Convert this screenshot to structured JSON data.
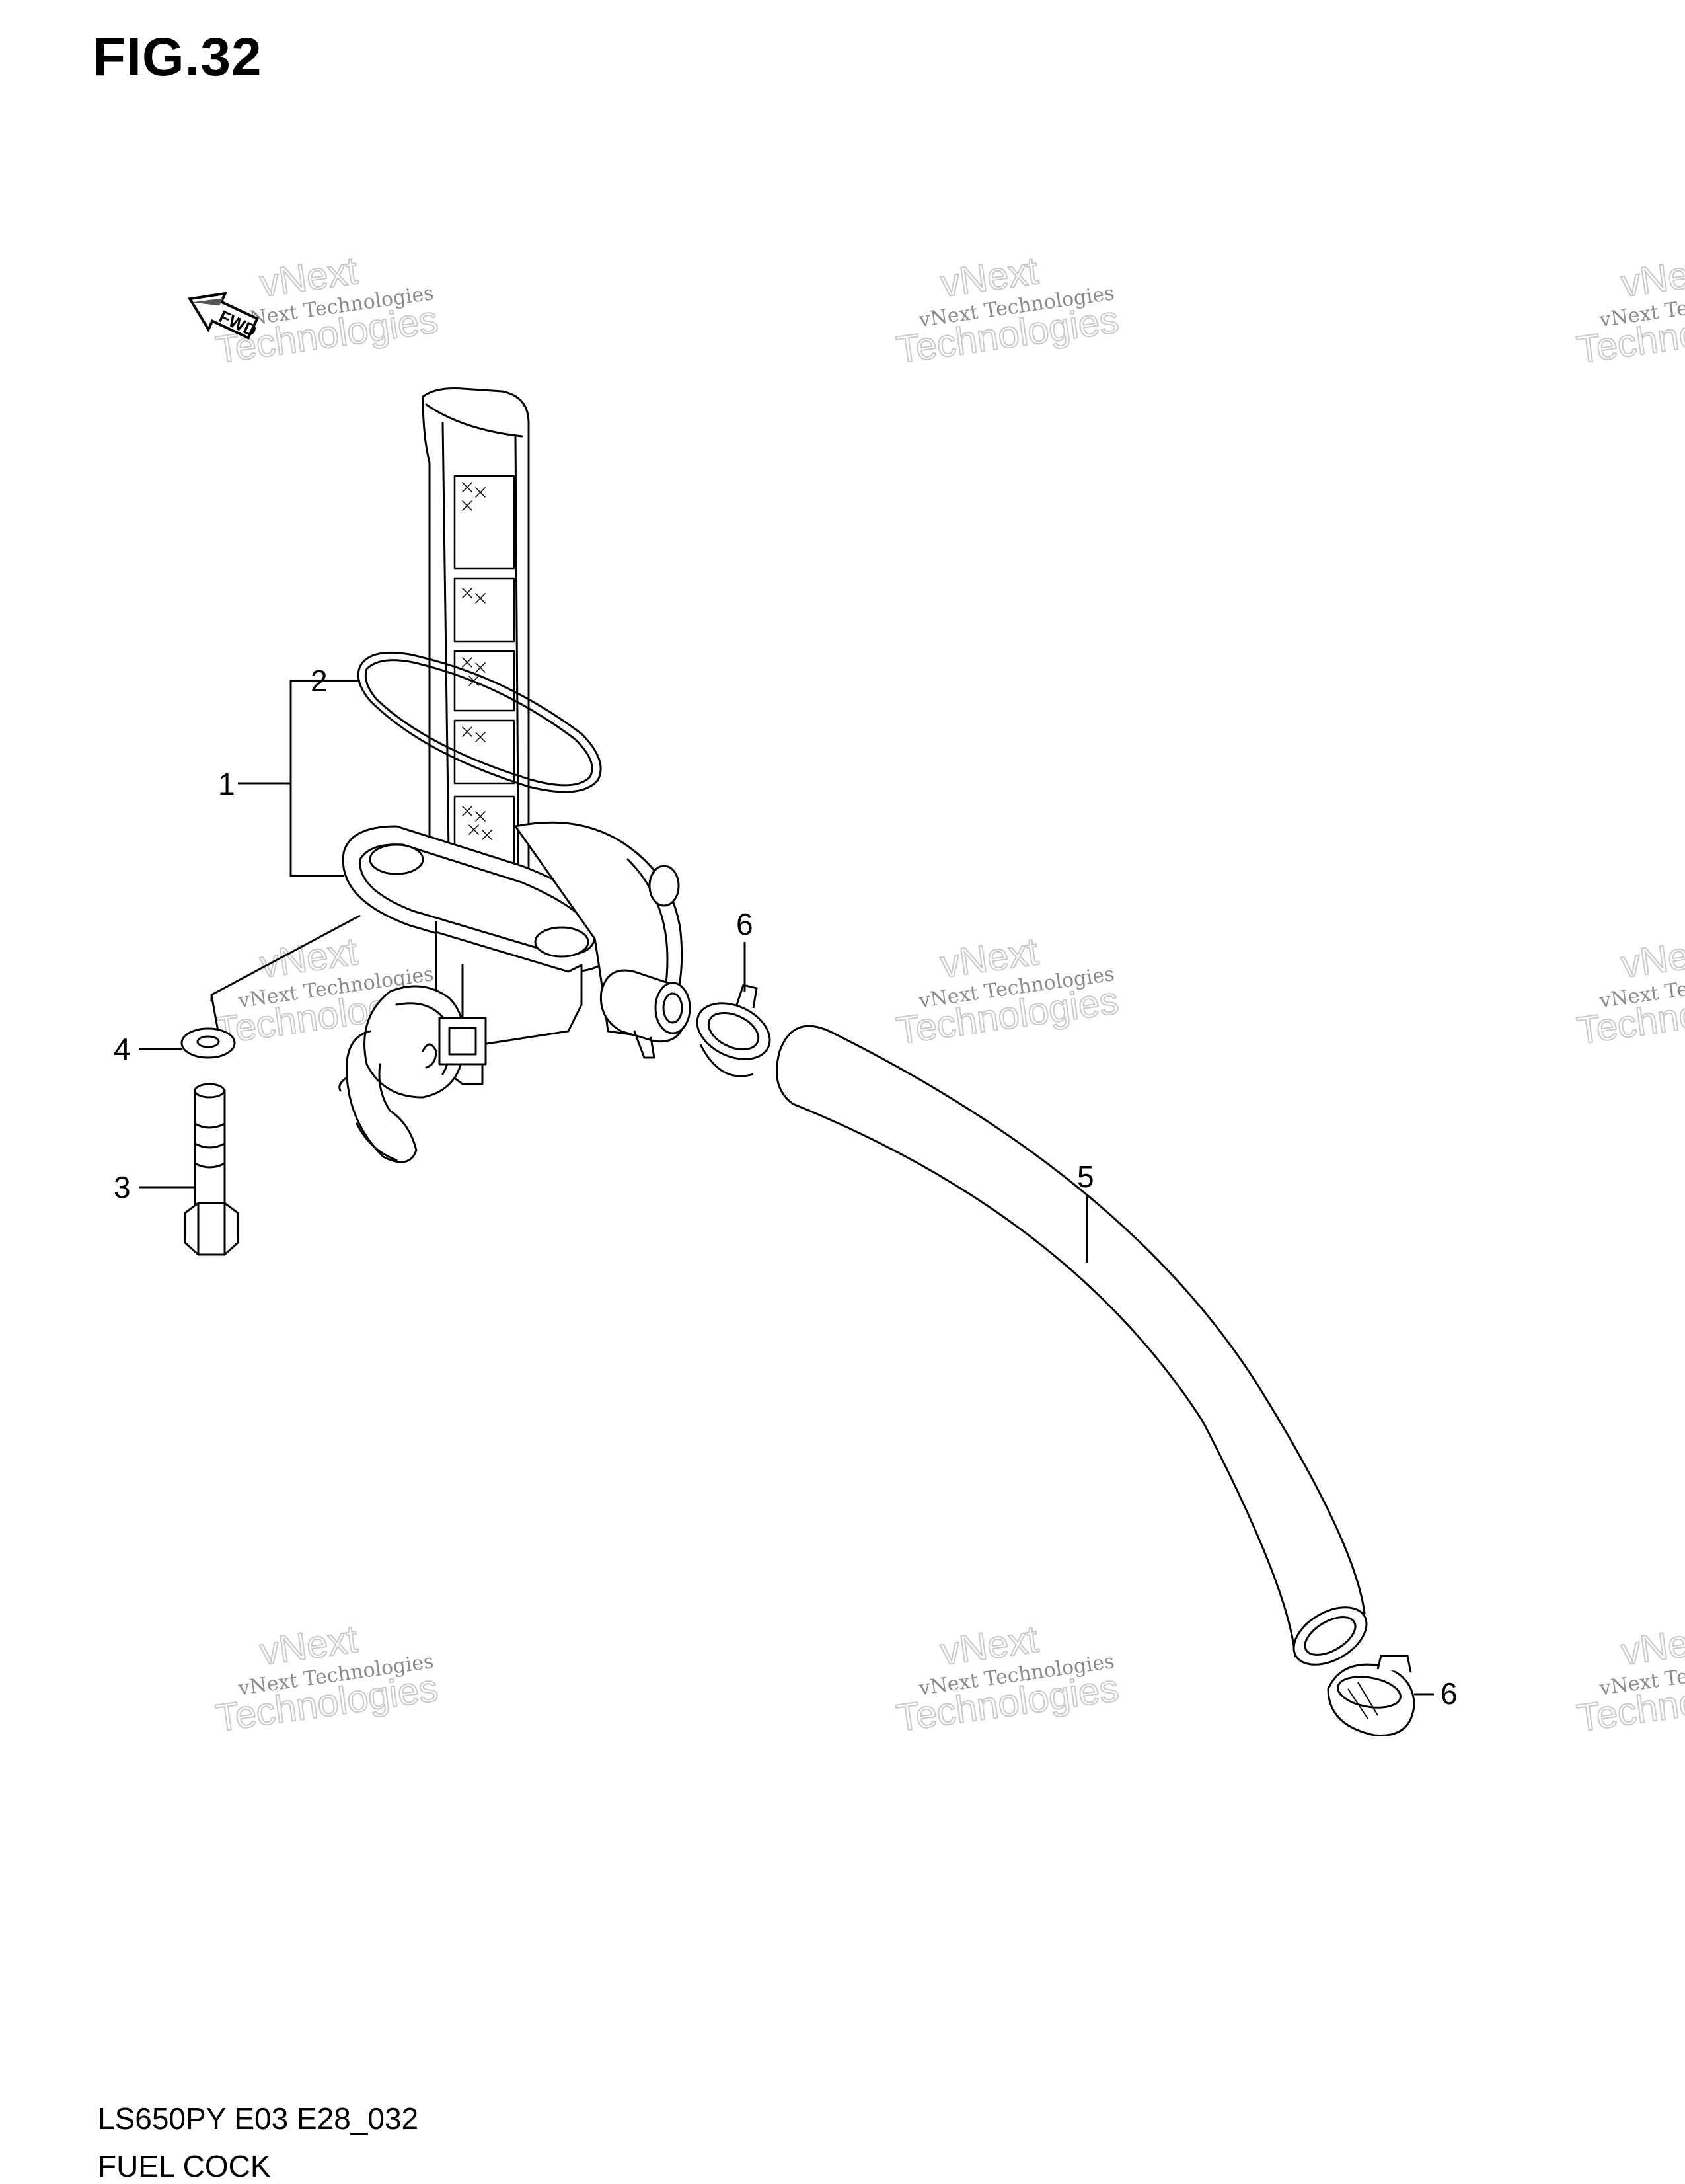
{
  "figure": {
    "title": "FIG.32",
    "model_code": "LS650PY E03 E28_032",
    "part_name": "FUEL COCK",
    "fwd_label": "FWD"
  },
  "callouts": [
    {
      "id": "c1",
      "label": "1"
    },
    {
      "id": "c2",
      "label": "2"
    },
    {
      "id": "c3",
      "label": "3"
    },
    {
      "id": "c4",
      "label": "4"
    },
    {
      "id": "c5",
      "label": "5"
    },
    {
      "id": "c6a",
      "label": "6"
    },
    {
      "id": "c6b",
      "label": "6"
    }
  ],
  "watermark": {
    "line1": "vNext Technologies",
    "line2": "vNext",
    "line3": "Technologies"
  }
}
